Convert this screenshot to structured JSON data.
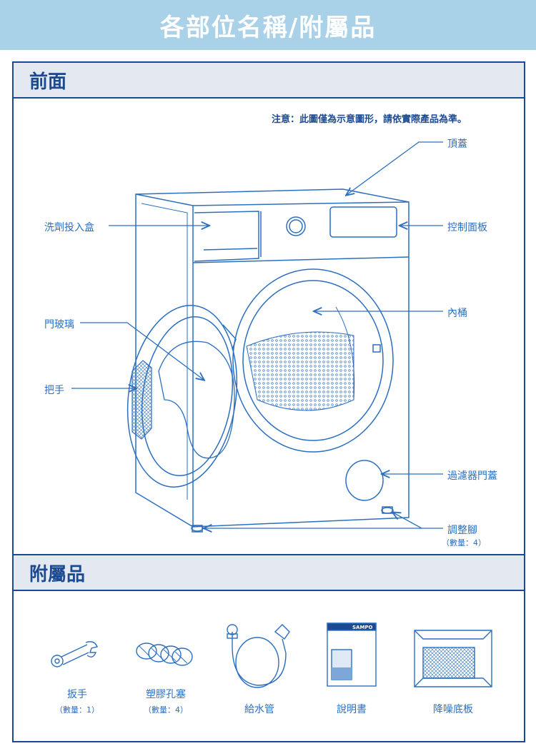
{
  "header": {
    "title": "各部位名稱/附屬品"
  },
  "front": {
    "heading": "前面",
    "note": "注意：此圖僅為示意圖形，請依實際產品為準。",
    "labels": {
      "top_cover": "頂蓋",
      "detergent_box": "洗劑投入盒",
      "control_panel": "控制面板",
      "inner_drum": "內桶",
      "door_glass": "門玻璃",
      "handle": "把手",
      "filter_door": "過濾器門蓋",
      "adjust_feet": "調整腳",
      "adjust_feet_qty": "（數量：4）"
    }
  },
  "accessories": {
    "heading": "附屬品",
    "items": [
      {
        "name": "扳手",
        "qty": "（數量：1）"
      },
      {
        "name": "塑膠孔塞",
        "qty": "（數量：4）"
      },
      {
        "name": "給水管",
        "qty": ""
      },
      {
        "name": "說明書",
        "qty": ""
      },
      {
        "name": "降噪底板",
        "qty": ""
      }
    ],
    "manual_brand": "SAMPO"
  },
  "colors": {
    "banner": "#a9d1e8",
    "border": "#1b4a91",
    "line": "#2c6fbf",
    "header_bg": "#e4e8f1"
  }
}
